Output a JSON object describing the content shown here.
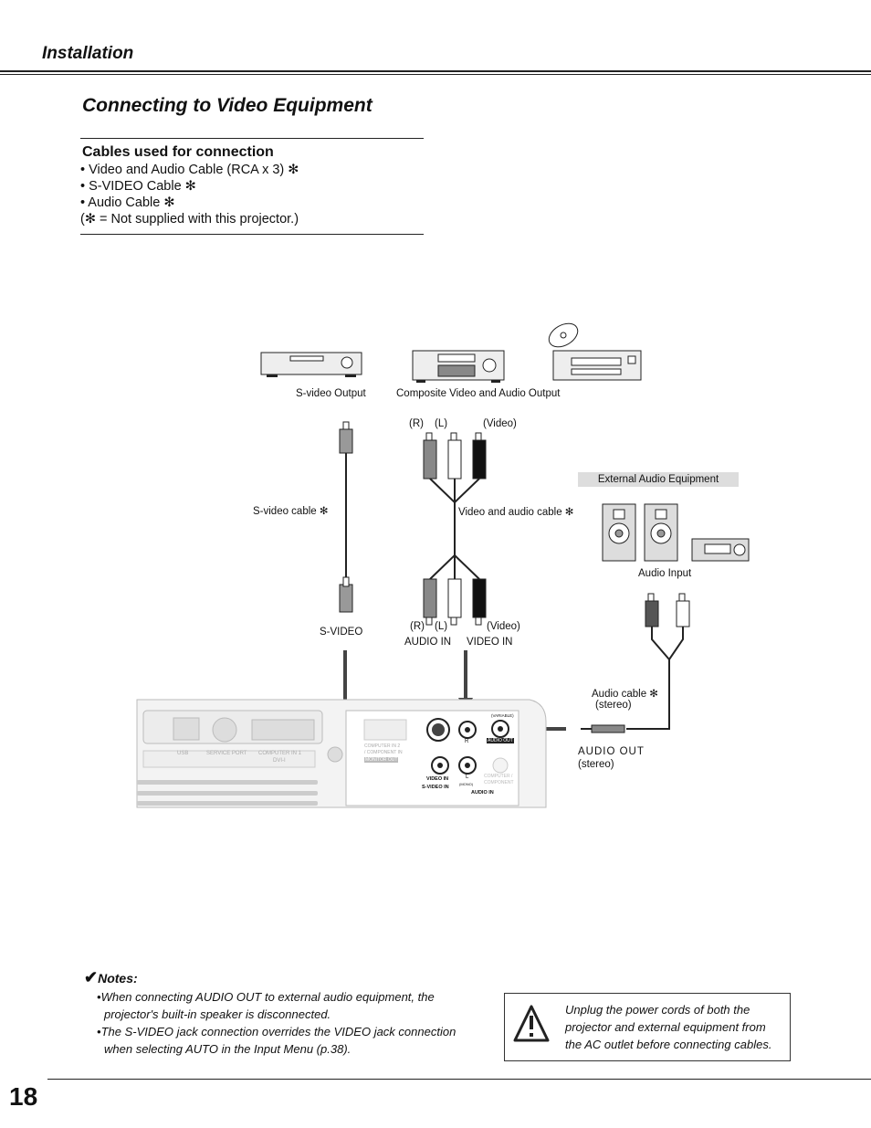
{
  "header": {
    "section": "Installation"
  },
  "page_title": "Connecting to Video Equipment",
  "cables": {
    "title": "Cables used for connection",
    "items": [
      "• Video and Audio Cable (RCA x 3) ✻",
      "• S-VIDEO Cable ✻",
      "• Audio Cable ✻",
      "(✻ = Not supplied with this projector.)"
    ]
  },
  "diagram": {
    "svideo_output": "S-video Output",
    "composite_output": "Composite Video and Audio Output",
    "plug_r_top": "(R)",
    "plug_l_top": "(L)",
    "plug_video_top": "(Video)",
    "external_audio": "External Audio Equipment",
    "svideo_cable": "S-video cable ✻",
    "video_audio_cable": "Video and audio cable ✻",
    "audio_input": "Audio Input",
    "svideo_label": "S-VIDEO",
    "plug_r_bottom": "(R)",
    "plug_l_bottom": "(L)",
    "plug_video_bottom": "(Video)",
    "audio_in": "AUDIO IN",
    "video_in": "VIDEO IN",
    "audio_cable": "Audio cable ✻",
    "audio_cable_stereo": "(stereo)",
    "audio_out": "AUDIO  OUT",
    "audio_out_stereo": "(stereo)",
    "panel": {
      "usb": "USB",
      "service_port": "SERVICE PORT",
      "computer_in_1": "COMPUTER  IN  1",
      "dvi": "DVI-I",
      "computer_in_2": "COMPUTER IN 2",
      "component_in": "/ COMPONENT IN",
      "monitor_out": "MONITOR  OUT",
      "variable": "(VARIABLE)",
      "audio_out": "AUDIO  OUT",
      "r": "R",
      "l": "L",
      "mono": "(MONO)",
      "video_in": "VIDEO IN",
      "s_video_in": "S-VIDEO IN",
      "audio_in": "AUDIO  IN",
      "computer_component": "COMPUTER /",
      "component": "COMPONENT"
    }
  },
  "notes": {
    "heading": "Notes:",
    "items": [
      "When connecting AUDIO OUT to external audio equipment, the projector's built-in speaker is disconnected.",
      "The S-VIDEO jack connection overrides the VIDEO jack connection when selecting AUTO in the Input Menu (p.38)."
    ]
  },
  "warning": {
    "text": "Unplug the power cords of both the projector and external equipment from the AC outlet before connecting cables."
  },
  "page_number": "18"
}
